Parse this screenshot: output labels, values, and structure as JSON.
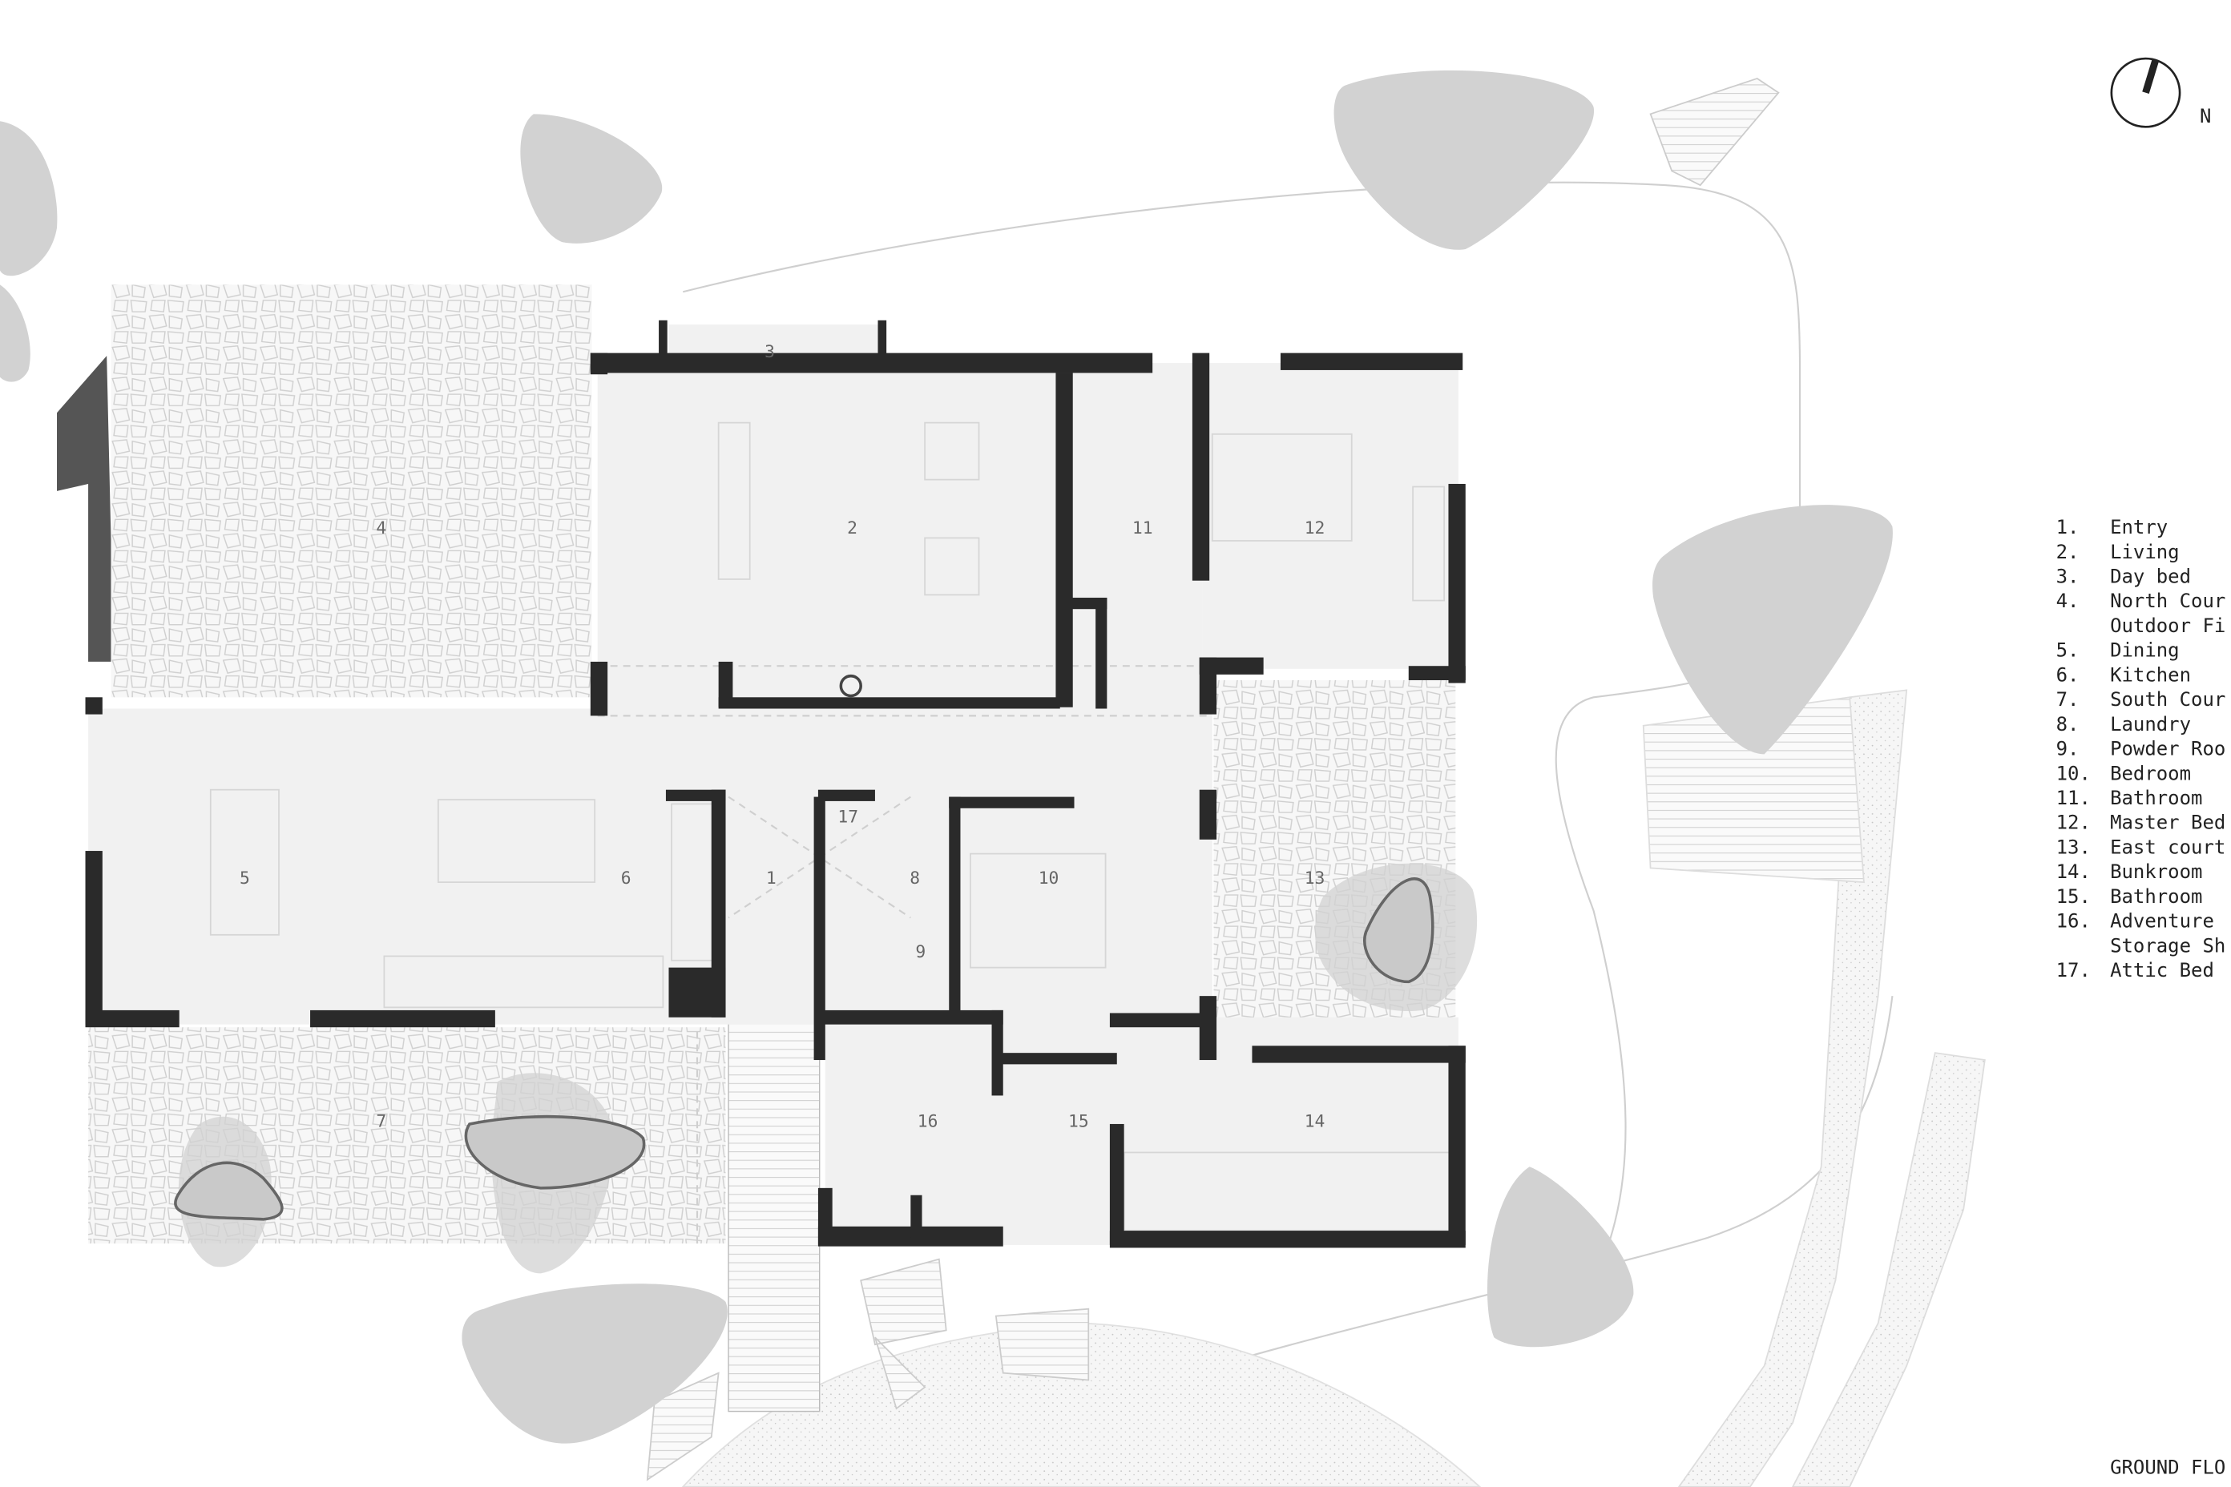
{
  "plan": {
    "north_label": "N",
    "rooms": {
      "r1": "1",
      "r2": "2",
      "r3": "3",
      "r4": "4",
      "r5": "5",
      "r6": "6",
      "r7": "7",
      "r8": "8",
      "r9": "9",
      "r10": "10",
      "r11": "11",
      "r12": "12",
      "r13": "13",
      "r14": "14",
      "r15": "15",
      "r16": "16",
      "r17": "17"
    }
  },
  "legend": {
    "items": [
      {
        "num": "1.",
        "text": "Entry"
      },
      {
        "num": "2.",
        "text": "Living"
      },
      {
        "num": "3.",
        "text": "Day bed"
      },
      {
        "num": "4.",
        "text": "North Cour"
      },
      {
        "num": "",
        "text": "Outdoor Fi"
      },
      {
        "num": "5.",
        "text": "Dining"
      },
      {
        "num": "6.",
        "text": "Kitchen"
      },
      {
        "num": "7.",
        "text": "South Cour"
      },
      {
        "num": "8.",
        "text": "Laundry"
      },
      {
        "num": "9.",
        "text": "Powder Roo"
      },
      {
        "num": "10.",
        "text": "Bedroom"
      },
      {
        "num": "11.",
        "text": "Bathroom"
      },
      {
        "num": "12.",
        "text": "Master Bed"
      },
      {
        "num": "13.",
        "text": "East court"
      },
      {
        "num": "14.",
        "text": "Bunkroom"
      },
      {
        "num": "15.",
        "text": "Bathroom"
      },
      {
        "num": "16.",
        "text": "Adventure"
      },
      {
        "num": "",
        "text": "Storage Sh"
      },
      {
        "num": "17.",
        "text": "Attic Bed"
      }
    ],
    "title": "GROUND FLO"
  }
}
